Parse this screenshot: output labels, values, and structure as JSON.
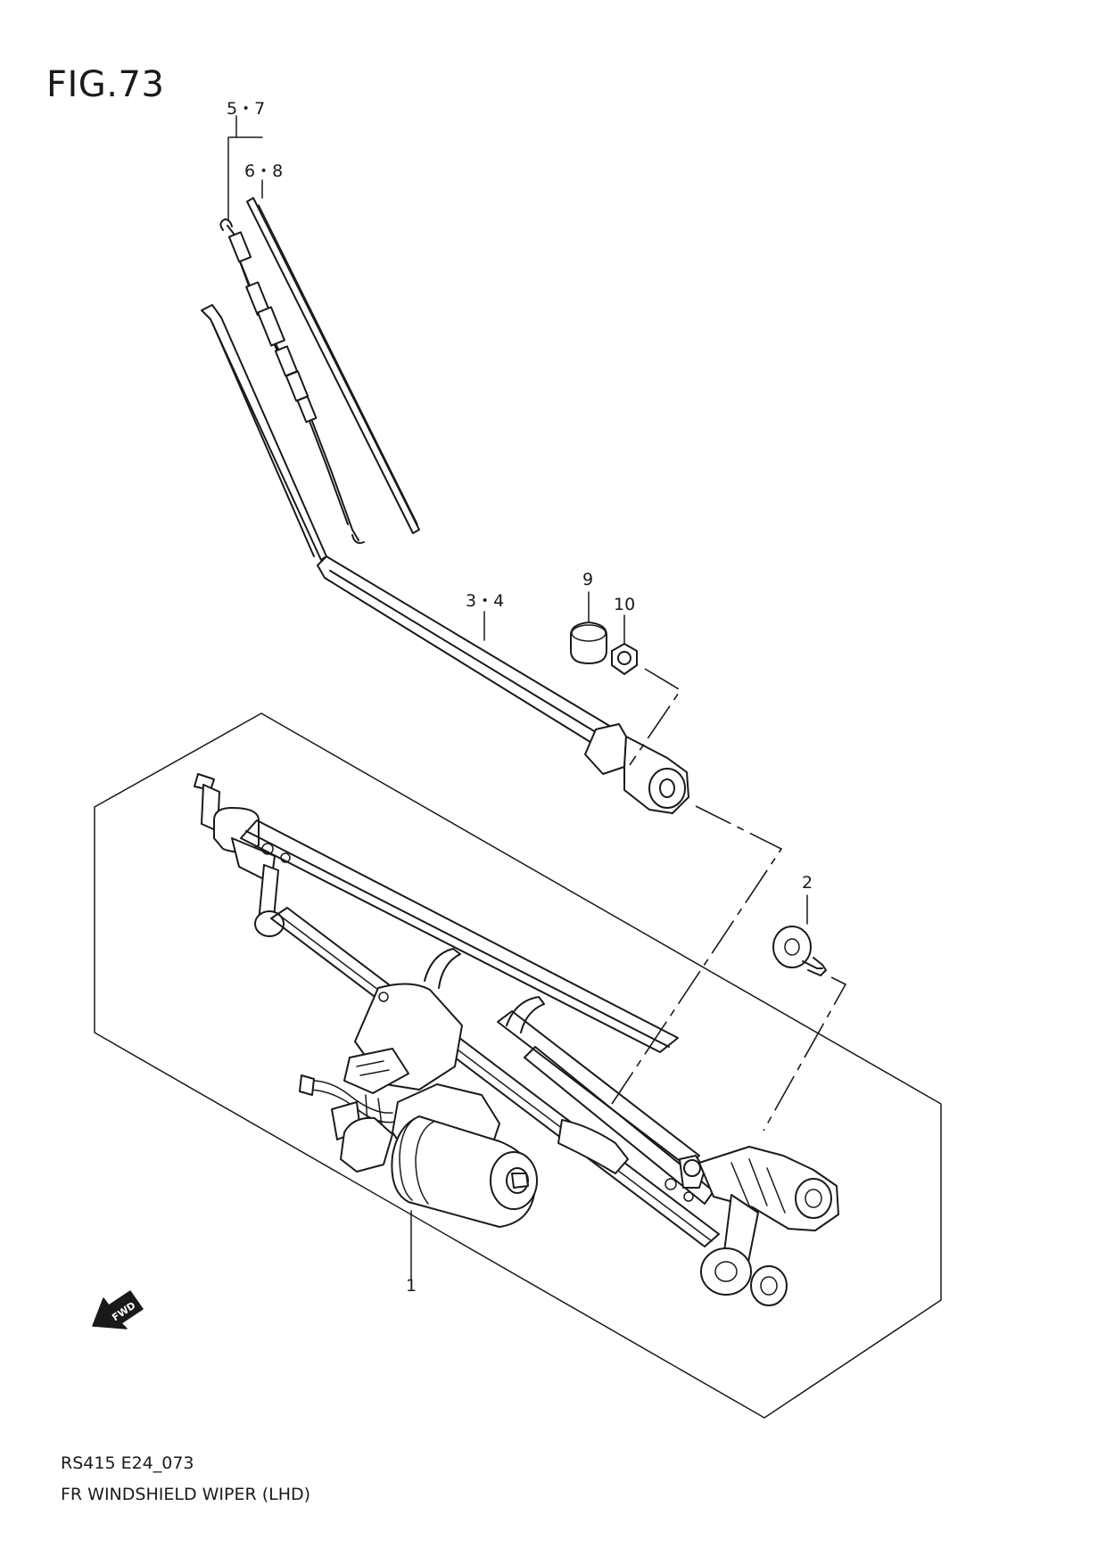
{
  "figure": {
    "title": "FIG.73",
    "code": "RS415 E24_073",
    "description": "FR WINDSHIELD WIPER (LHD)"
  },
  "callouts": [
    {
      "id": "1",
      "text": "1"
    },
    {
      "id": "2",
      "text": "2"
    },
    {
      "id": "3-4",
      "text": "3・4"
    },
    {
      "id": "5-7",
      "text": "5・7"
    },
    {
      "id": "6-8",
      "text": "6・8"
    },
    {
      "id": "9",
      "text": "9"
    },
    {
      "id": "10",
      "text": "10"
    }
  ],
  "direction_marker": {
    "text": "FWD",
    "icon": "fwd-arrow-icon"
  }
}
